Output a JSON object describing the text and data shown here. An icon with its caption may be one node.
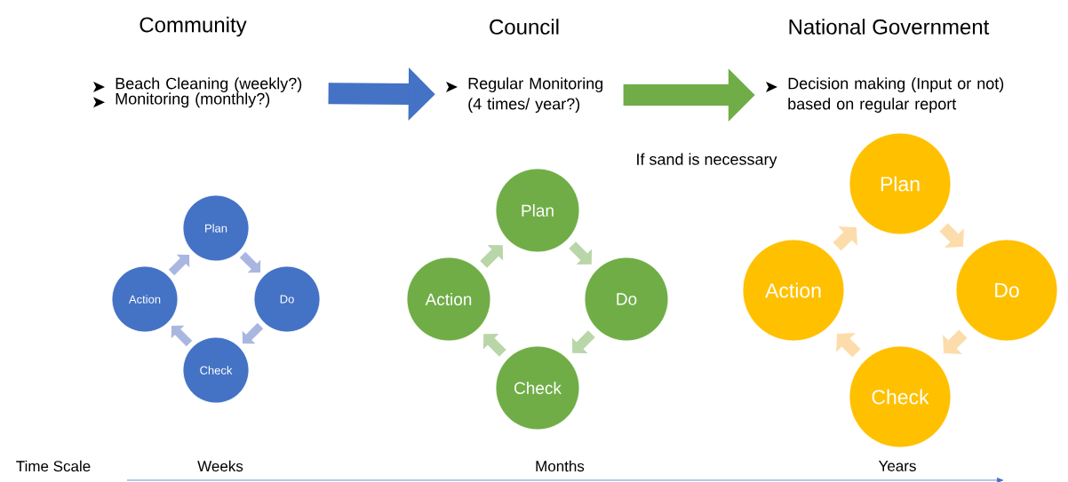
{
  "diagram": {
    "nodes": [
      {
        "text": [
          "Community",
          "Beach Cleaning (weekly?)",
          "Monitoring (monthly?)"
        ]
      },
      {
        "text": [
          "Council",
          "Regular Monitoring (4 times/ year?)"
        ]
      },
      {
        "text": [
          "National Government",
          "Decision making (Input or not) based on regular report"
        ]
      },
      {
        "text": [
          "Plan"
        ]
      },
      {
        "text": [
          "Do"
        ]
      },
      {
        "text": [
          "Check"
        ]
      },
      {
        "text": [
          "Action"
        ]
      },
      {
        "text": [
          "Plan"
        ]
      },
      {
        "text": [
          "Do"
        ]
      },
      {
        "text": [
          "Check"
        ]
      },
      {
        "text": [
          "Action"
        ]
      },
      {
        "text": [
          "Plan"
        ]
      },
      {
        "text": [
          "Do"
        ]
      },
      {
        "text": [
          "Check"
        ]
      },
      {
        "text": [
          "Action"
        ]
      }
    ],
    "edges": [
      {
        "from": 0,
        "to": 1,
        "arrow": "to",
        "style": "thick",
        "color": "#4472c4"
      },
      {
        "from": 1,
        "to": 2,
        "arrow": "to",
        "style": "thick",
        "color": "#70ad47"
      },
      {
        "from": 3,
        "to": 4,
        "arrow": "to",
        "color": "#a9b7e0"
      },
      {
        "from": 4,
        "to": 5,
        "arrow": "to",
        "color": "#a9b7e0"
      },
      {
        "from": 5,
        "to": 6,
        "arrow": "to",
        "color": "#a9b7e0"
      },
      {
        "from": 6,
        "to": 3,
        "arrow": "to",
        "color": "#a9b7e0"
      },
      {
        "from": 7,
        "to": 8,
        "arrow": "to",
        "color": "#b9d6a8"
      },
      {
        "from": 8,
        "to": 9,
        "arrow": "to",
        "color": "#b9d6a8"
      },
      {
        "from": 9,
        "to": 10,
        "arrow": "to",
        "color": "#b9d6a8"
      },
      {
        "from": 10,
        "to": 7,
        "arrow": "to",
        "color": "#b9d6a8"
      },
      {
        "from": 11,
        "to": 12,
        "arrow": "to",
        "color": "#fddcab"
      },
      {
        "from": 12,
        "to": 13,
        "arrow": "to",
        "color": "#fddcab"
      },
      {
        "from": 13,
        "to": 14,
        "arrow": "to",
        "color": "#fddcab"
      },
      {
        "from": 14,
        "to": 11,
        "arrow": "to",
        "color": "#fddcab"
      }
    ],
    "labels": [
      "If sand is necessary",
      "Time Scale",
      "Weeks",
      "Months",
      "Years"
    ]
  }
}
